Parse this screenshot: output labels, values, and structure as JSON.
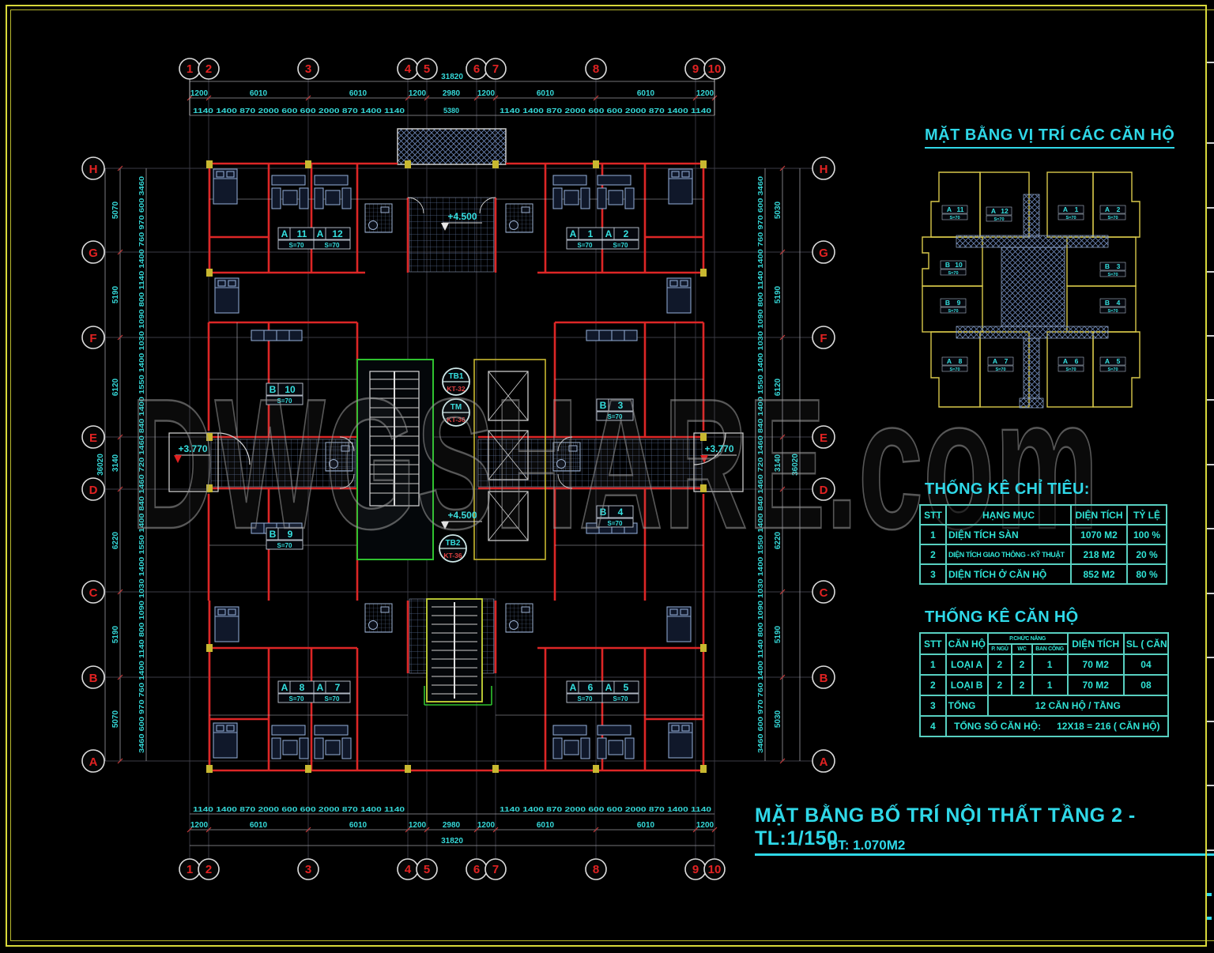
{
  "titles": {
    "key_plan": "MẶT BẰNG VỊ TRÍ CÁC CĂN HỘ",
    "table1": "THỐNG KÊ CHỈ TIÊU:",
    "table2": "THỐNG KÊ CĂN HỘ",
    "main": "MẶT BẰNG BỐ TRÍ NỘI THẤT TẦNG 2 - TL:1/150",
    "main_sub": "DT: 1.070M2"
  },
  "watermark": "DWGSHARE.com",
  "grid": {
    "cols": [
      "1",
      "2",
      "3",
      "4",
      "5",
      "6",
      "7",
      "8",
      "9",
      "10"
    ],
    "rows": [
      "H",
      "G",
      "F",
      "E",
      "D",
      "C",
      "B",
      "A"
    ]
  },
  "dims": {
    "top_total": "31820",
    "bottom_total": "31820",
    "side_total": "36020",
    "top_major": [
      "1200",
      "6010",
      "6010",
      "1200",
      "2980",
      "1200",
      "6010",
      "6010",
      "1200"
    ],
    "fine_run": "1140  1400  870  2000  600 600  2000  870  1400  1140",
    "top_center": "5380",
    "left_major": [
      "5070",
      "5190",
      "6120",
      "3140",
      "6220",
      "5190",
      "5070"
    ],
    "right_major": [
      "5030",
      "5190",
      "6120",
      "3140",
      "6220",
      "5190",
      "5030"
    ],
    "side_fine": "3460 600 970 760 1400 1140 800 1090 1030 1400 1550 1400 840 1460 720 1460 840 1400 1550 1400 1030 1090 800 1140 1400 760 970 600 3460"
  },
  "plan": {
    "levels": {
      "lobby_top": "+4.500",
      "lobby_mid": "+4.500",
      "porch_left": "+3.770",
      "porch_right": "+3.770"
    },
    "elevators": [
      {
        "name": "TB1",
        "code": "KT-32"
      },
      {
        "name": "TM",
        "code": "KT-36"
      },
      {
        "name": "TB2",
        "code": "KT-36"
      }
    ],
    "units": [
      {
        "type": "A",
        "no": "11",
        "area": "S=70"
      },
      {
        "type": "A",
        "no": "12",
        "area": "S=70"
      },
      {
        "type": "A",
        "no": "1",
        "area": "S=70"
      },
      {
        "type": "A",
        "no": "2",
        "area": "S=70"
      },
      {
        "type": "B",
        "no": "10",
        "area": "S=70"
      },
      {
        "type": "B",
        "no": "3",
        "area": "S=70"
      },
      {
        "type": "B",
        "no": "9",
        "area": "S=70"
      },
      {
        "type": "B",
        "no": "4",
        "area": "S=70"
      },
      {
        "type": "A",
        "no": "8",
        "area": "S=70"
      },
      {
        "type": "A",
        "no": "7",
        "area": "S=70"
      },
      {
        "type": "A",
        "no": "6",
        "area": "S=70"
      },
      {
        "type": "A",
        "no": "5",
        "area": "S=70"
      }
    ]
  },
  "table1": {
    "headers": [
      "STT",
      "HẠNG MỤC",
      "DIỆN TÍCH",
      "TỶ LỆ"
    ],
    "rows": [
      [
        "1",
        "DIỆN TÍCH SÀN",
        "1070 M2",
        "100 %"
      ],
      [
        "2",
        "DIỆN TÍCH GIAO THÔNG - KỸ THUẬT",
        "218 M2",
        "20 %"
      ],
      [
        "3",
        "DIỆN TÍCH Ở CĂN HỘ",
        "852 M2",
        "80 %"
      ]
    ]
  },
  "table2": {
    "h_stt": "STT",
    "h_canho": "CĂN HỘ",
    "h_pcn": "P.CHỨC NĂNG",
    "h_pngu": "P. NGỦ",
    "h_wc": "WC",
    "h_bancong": "BAN CÔNG",
    "h_dientich": "DIỆN TÍCH",
    "h_sl": "SL ( CĂN)",
    "r1": [
      "1",
      "LOẠI A",
      "2",
      "2",
      "1",
      "70 M2",
      "04"
    ],
    "r2": [
      "2",
      "LOẠI B",
      "2",
      "2",
      "1",
      "70 M2",
      "08"
    ],
    "r3_stt": "3",
    "r3_label": "TỔNG",
    "r3_value": "12 CĂN HỘ / TẦNG",
    "r4_stt": "4",
    "r4_value": "TỔNG SỐ CĂN HỘ:      12X18 = 216 ( CĂN HỘ)"
  }
}
